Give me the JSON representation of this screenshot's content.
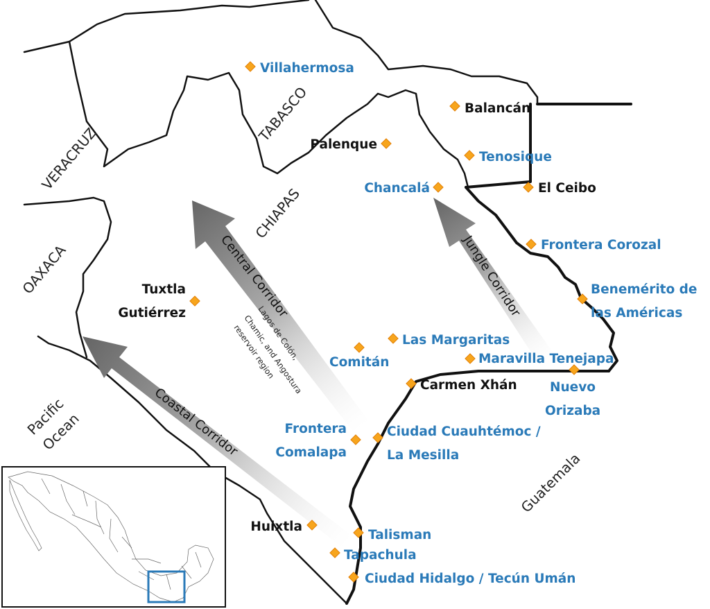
{
  "regions": {
    "veracruz": "VERACRUZ",
    "tabasco": "TABASCO",
    "chiapas": "CHIAPAS",
    "oaxaca": "OAXACA",
    "pacific_line1": "Pacific",
    "pacific_line2": "Ocean",
    "guatemala": "Guatemala"
  },
  "corridors": {
    "central": "Central Corridor",
    "jungle": "Jungle Corridor",
    "coastal": "Coastal Corridor",
    "reservoir_line1": "Lagos de Colón,",
    "reservoir_line2": "Chamic, and Angostura",
    "reservoir_line3": "reservoir region"
  },
  "cities": {
    "villahermosa": "Villahermosa",
    "balancan": "Balancán",
    "palenque": "Palenque",
    "tenosique": "Tenosique",
    "chancala": "Chancalá",
    "el_ceibo": "El Ceibo",
    "frontera_corozal": "Frontera Corozal",
    "benemerito_line1": "Benemérito de",
    "benemerito_line2": "las Américas",
    "tuxtla_line1": "Tuxtla",
    "tuxtla_line2": "Gutiérrez",
    "las_margaritas": "Las Margaritas",
    "comitan": "Comitán",
    "maravilla": "Maravilla Tenejapa",
    "carmen_xhan": "Carmen Xhán",
    "nuevo_line1": "Nuevo",
    "nuevo_line2": "Orizaba",
    "frontera_comalapa_line1": "Frontera",
    "frontera_comalapa_line2": "Comalapa",
    "cuauhtemoc_line1": "Ciudad Cuauhtémoc /",
    "cuauhtemoc_line2": "La Mesilla",
    "huixtla": "Huixtla",
    "talisman": "Talisman",
    "tapachula": "Tapachula",
    "ciudad_hidalgo": "Ciudad Hidalgo / Tecún Umán"
  },
  "colors": {
    "city_label_blue": "#2a7ab8",
    "city_label_black": "#111111",
    "marker_fill": "#f7a51d",
    "corridor_arrow": "#777777"
  }
}
